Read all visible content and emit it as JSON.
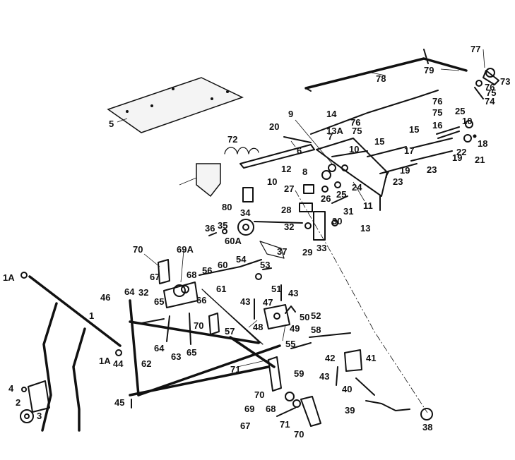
{
  "labels": [
    "1",
    "1A",
    "1A",
    "2",
    "3",
    "4",
    "5",
    "6",
    "7",
    "7",
    "8",
    "9",
    "10",
    "10",
    "10",
    "11",
    "12",
    "13",
    "13A",
    "14",
    "15",
    "15",
    "16",
    "17",
    "18",
    "19",
    "19",
    "20",
    "21",
    "22",
    "23",
    "23",
    "24",
    "25",
    "25",
    "26",
    "27",
    "28",
    "29",
    "30",
    "31",
    "32",
    "32",
    "33",
    "34",
    "35",
    "36",
    "37",
    "38",
    "39",
    "40",
    "41",
    "42",
    "43",
    "43",
    "43",
    "44",
    "45",
    "46",
    "47",
    "48",
    "49",
    "50",
    "51",
    "52",
    "53",
    "54",
    "55",
    "56",
    "57",
    "58",
    "59",
    "60",
    "60A",
    "61",
    "62",
    "63",
    "64",
    "64",
    "65",
    "65",
    "66",
    "67",
    "67",
    "68",
    "68",
    "69",
    "69A",
    "70",
    "70",
    "70",
    "70",
    "71",
    "71",
    "72",
    "73",
    "74",
    "75",
    "75",
    "75",
    "76",
    "76",
    "76",
    "77",
    "78",
    "79",
    "80"
  ]
}
